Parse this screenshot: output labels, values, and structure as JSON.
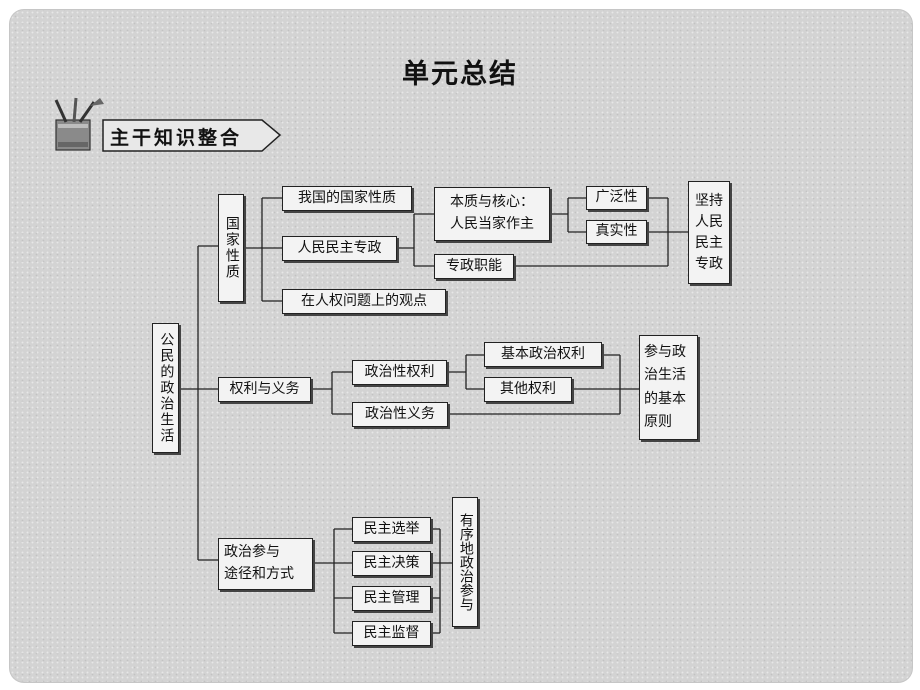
{
  "title": "单元总结",
  "section_banner": "主干知识整合",
  "logo_icon": "pencil-cup-icon",
  "diagram": {
    "root": "公民的政治生活",
    "nature": {
      "label": "国家性质",
      "item1": "我国的国家性质",
      "item2": "人民民主专政",
      "item3": "在人权问题上的观点",
      "essence_line1": "本质与核心：",
      "essence_line2": "人民当家作主",
      "function": "专政职能",
      "broad": "广泛性",
      "real": "真实性",
      "uphold": "坚持人民民主专政"
    },
    "rights": {
      "label": "权利与义务",
      "political_rights": "政治性权利",
      "political_duties": "政治性义务",
      "basic_rights": "基本政治权利",
      "other_rights": "其他权利",
      "principle_line1": "参与政",
      "principle_line2": "治生活",
      "principle_line3": "的基本",
      "principle_line4": "原则"
    },
    "participation": {
      "label_line1": "政治参与",
      "label_line2": "途径和方式",
      "election": "民主选举",
      "decision": "民主决策",
      "management": "民主管理",
      "supervision": "民主监督",
      "orderly": "有序地政治参与"
    }
  }
}
